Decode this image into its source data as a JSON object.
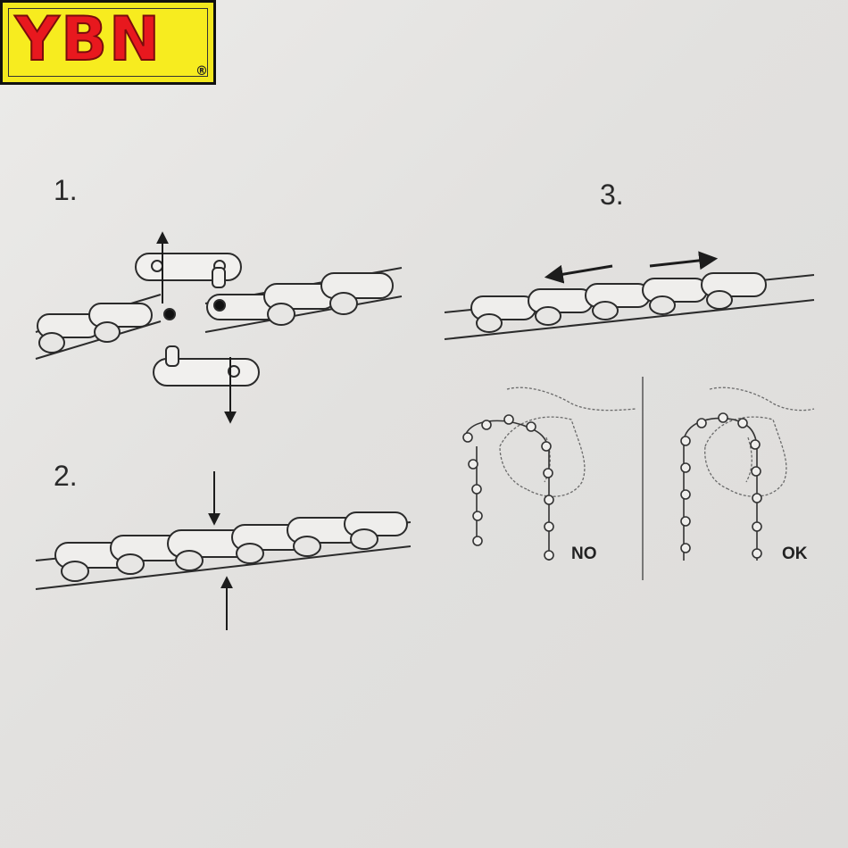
{
  "brand": {
    "name": "YBN",
    "registered_mark": "®",
    "colors": {
      "text": "#e8181e",
      "background": "#f3e81e"
    }
  },
  "steps": [
    {
      "number": "1."
    },
    {
      "number": "2."
    },
    {
      "number": "3."
    }
  ],
  "comparison": {
    "wrong_label": "NO",
    "right_label": "OK"
  },
  "icons": [
    "arrow-up-icon",
    "arrow-down-icon",
    "arrow-left-icon",
    "arrow-right-icon",
    "hand-icon"
  ]
}
